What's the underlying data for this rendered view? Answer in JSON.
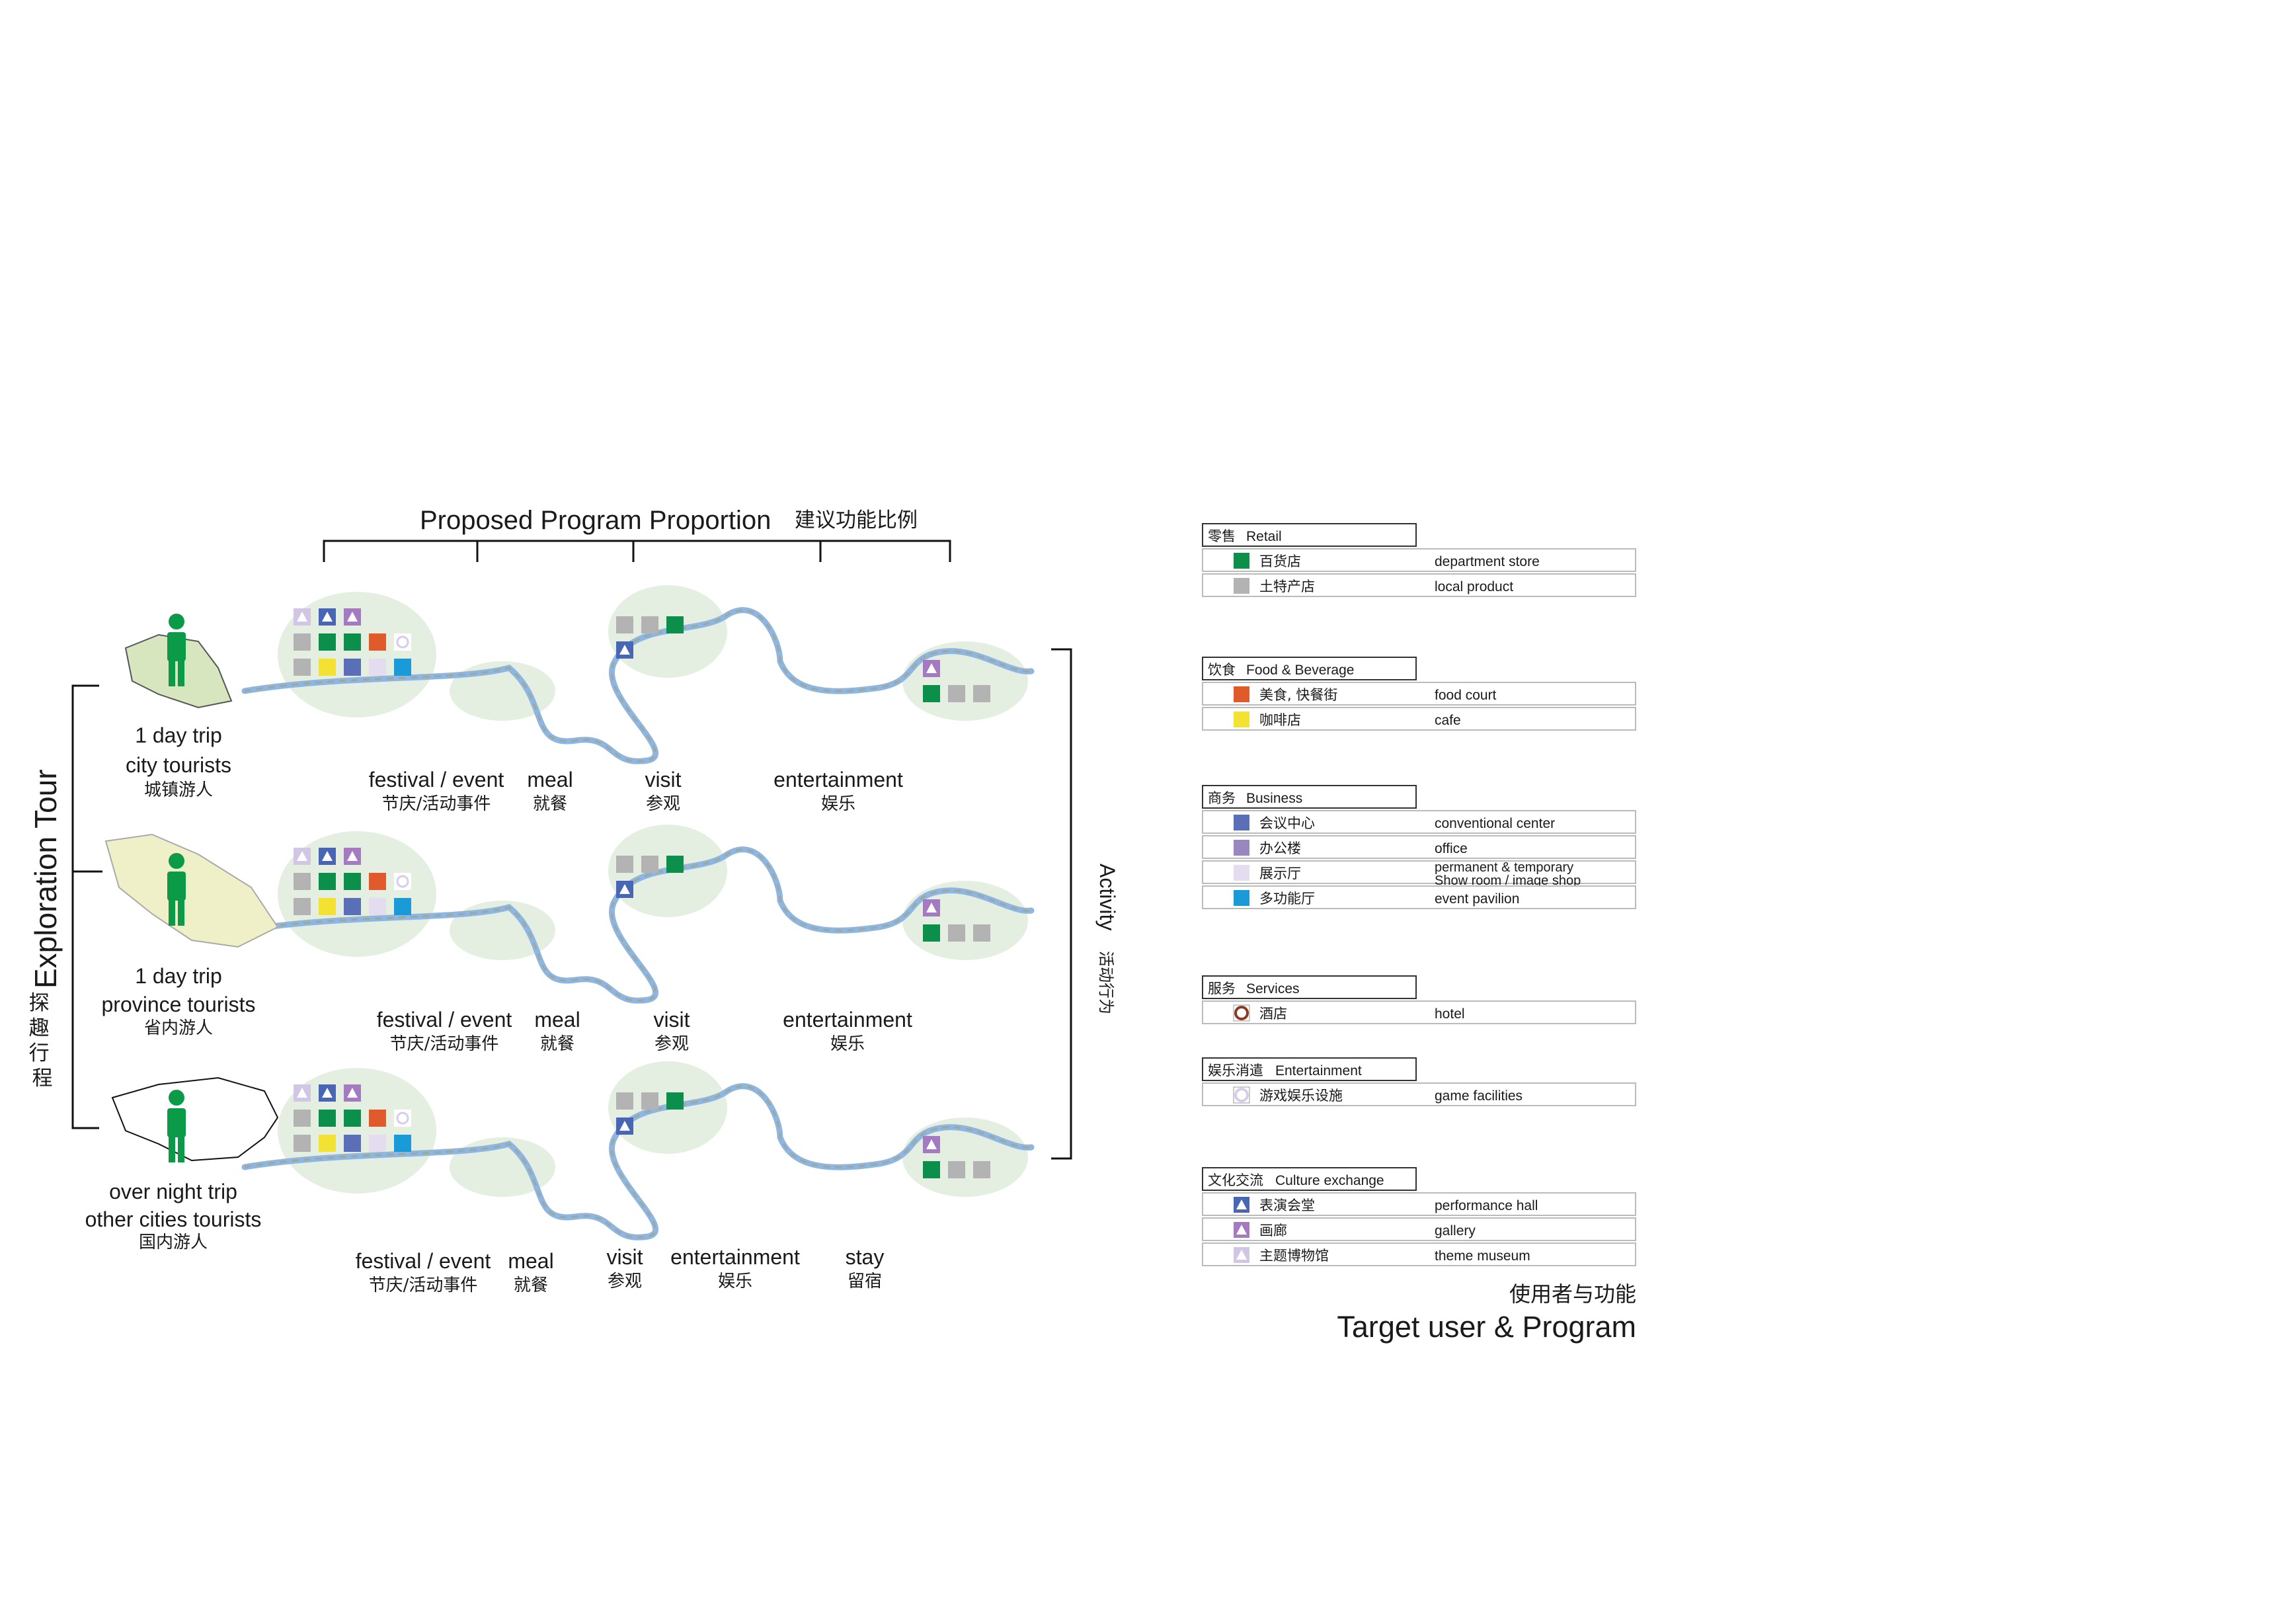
{
  "header": {
    "title": "Proposed Program Proportion",
    "title_cn": "建议功能比例"
  },
  "side": {
    "left_title": "Exploration  Tour",
    "left_title_cn": "探趣行程",
    "right_title": "Activity",
    "right_title_cn": "活动行为"
  },
  "rows": [
    {
      "user_en_1": "1 day trip",
      "user_en_2": "city tourists",
      "user_cn": "城镇游人",
      "map_icon": "city-map-icon",
      "labels": [
        {
          "en": "festival / event",
          "cn": "节庆/活动事件"
        },
        {
          "en": "meal",
          "cn": "就餐"
        },
        {
          "en": "visit",
          "cn": "参观"
        },
        {
          "en": "entertainment",
          "cn": "娱乐"
        }
      ]
    },
    {
      "user_en_1": "1 day trip",
      "user_en_2": "province tourists",
      "user_cn": "省内游人",
      "map_icon": "province-map-icon",
      "labels": [
        {
          "en": "festival / event",
          "cn": "节庆/活动事件"
        },
        {
          "en": "meal",
          "cn": "就餐"
        },
        {
          "en": "visit",
          "cn": "参观"
        },
        {
          "en": "entertainment",
          "cn": "娱乐"
        }
      ]
    },
    {
      "user_en_1": "over night trip",
      "user_en_2": "other cities tourists",
      "user_cn": "国内游人",
      "map_icon": "china-map-icon",
      "labels": [
        {
          "en": "festival / event",
          "cn": "节庆/活动事件"
        },
        {
          "en": "meal",
          "cn": "就餐"
        },
        {
          "en": "visit",
          "cn": "参观"
        },
        {
          "en": "entertainment",
          "cn": "娱乐"
        },
        {
          "en": "stay",
          "cn": "留宿"
        }
      ]
    }
  ],
  "legend": {
    "groups": [
      {
        "cn": "零售",
        "en": "Retail",
        "items": [
          {
            "cn": "百货店",
            "en": "department store",
            "shape": "square",
            "color": "#0b8f4a"
          },
          {
            "cn": "土特产店",
            "en": "local product",
            "shape": "square",
            "color": "#b3b3b3"
          }
        ]
      },
      {
        "cn": "饮食",
        "en": "Food & Beverage",
        "items": [
          {
            "cn": "美食, 快餐街",
            "en": "food court",
            "shape": "square",
            "color": "#e05a2b"
          },
          {
            "cn": "咖啡店",
            "en": "cafe",
            "shape": "square",
            "color": "#f4e233"
          }
        ]
      },
      {
        "cn": "商务",
        "en": "Business",
        "items": [
          {
            "cn": "会议中心",
            "en": "conventional center",
            "shape": "square",
            "color": "#5b6fb8"
          },
          {
            "cn": "办公楼",
            "en": "office",
            "shape": "square",
            "color": "#9a87c0"
          },
          {
            "cn": "展示厅",
            "en": "permanent & temporary",
            "en2": "Show room / image shop",
            "shape": "square",
            "color": "#e3ddef"
          },
          {
            "cn": "多功能厅",
            "en": "event pavilion",
            "shape": "square",
            "color": "#1a9ad6"
          }
        ]
      },
      {
        "cn": "服务",
        "en": "Services",
        "items": [
          {
            "cn": "酒店",
            "en": "hotel",
            "shape": "circle",
            "color": "#8a3b22"
          }
        ]
      },
      {
        "cn": "娱乐消遣",
        "en": "Entertainment",
        "items": [
          {
            "cn": "游戏娱乐设施",
            "en": "game facilities",
            "shape": "circle",
            "color": "#d7cdea"
          }
        ]
      },
      {
        "cn": "文化交流",
        "en": "Culture exchange",
        "items": [
          {
            "cn": "表演会堂",
            "en": "performance hall",
            "shape": "triangle",
            "color": "#4866b4"
          },
          {
            "cn": "画廊",
            "en": "gallery",
            "shape": "triangle",
            "color": "#a47bc0"
          },
          {
            "cn": "主题博物馆",
            "en": "theme museum",
            "shape": "triangle",
            "color": "#d2c6e6"
          }
        ]
      }
    ]
  },
  "footer": {
    "title_cn": "使用者与功能",
    "title_en": "Target user & Program"
  },
  "colors": {
    "river": "#8fb6e0",
    "river_dash": "#9aa8a0",
    "blob": "#e4efe2",
    "person": "#0a9a48",
    "line": "#111111"
  }
}
